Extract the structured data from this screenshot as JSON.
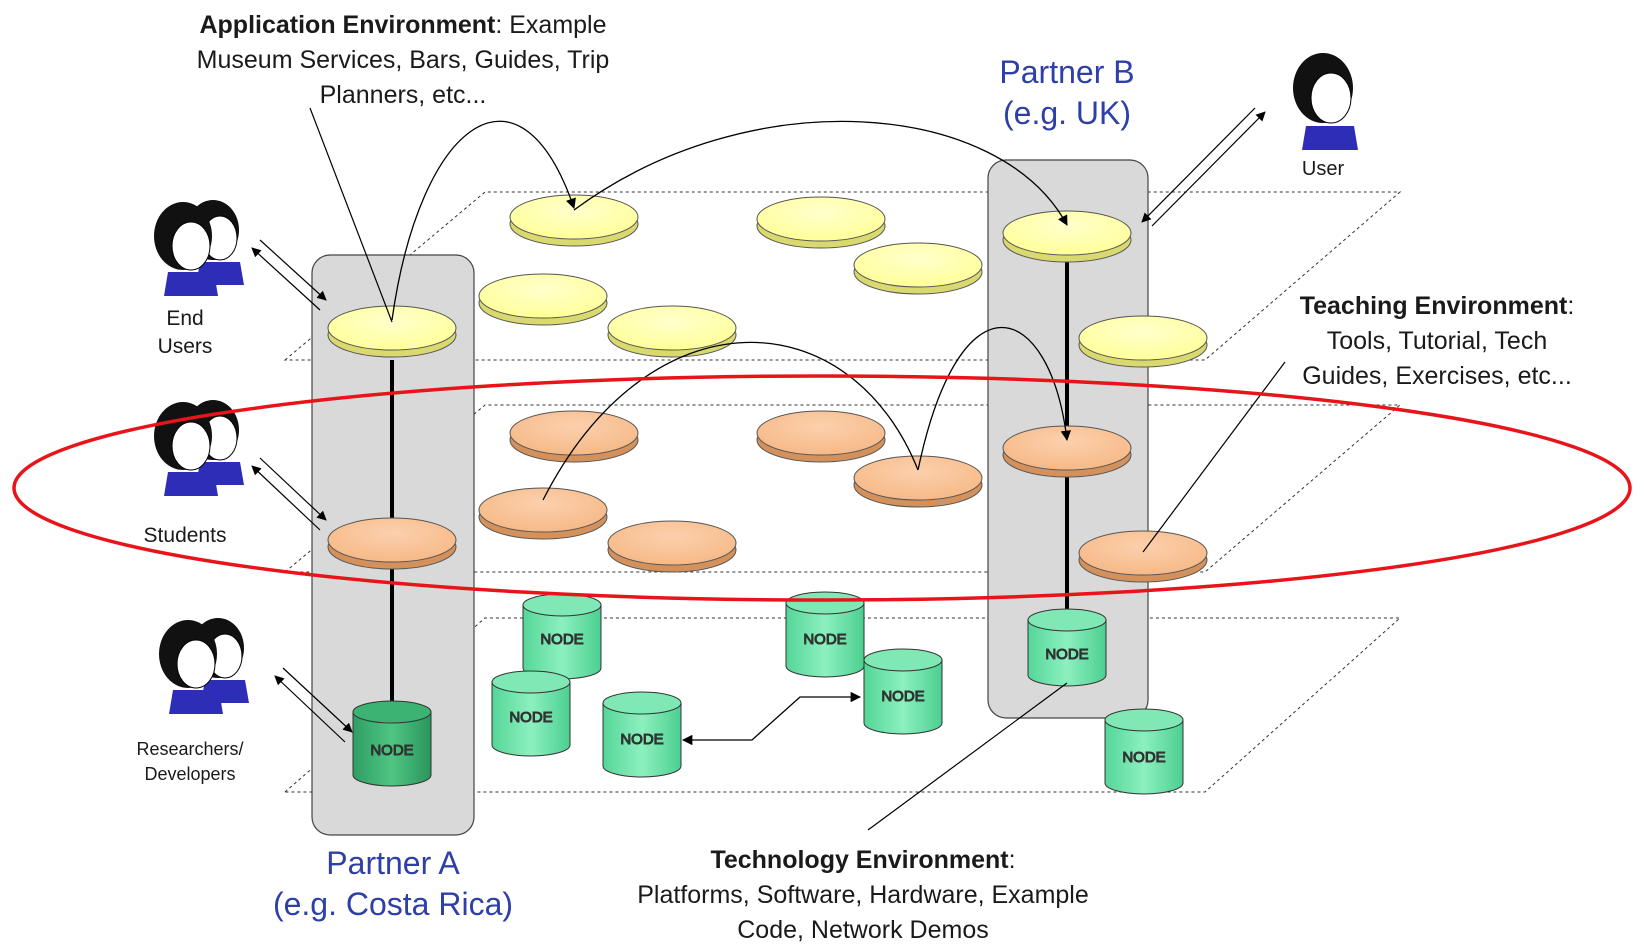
{
  "annotations": {
    "application_env": {
      "bold": "Application Environment",
      "rest": ": Example",
      "line2": "Museum Services, Bars, Guides, Trip",
      "line3": "Planners, etc..."
    },
    "teaching_env": {
      "bold": "Teaching Environment",
      "rest": ":",
      "line2": "Tools, Tutorial, Tech",
      "line3": "Guides, Exercises, etc..."
    },
    "technology_env": {
      "bold": "Technology Environment",
      "rest": ":",
      "line2": "Platforms, Software, Hardware, Example",
      "line3": "Code, Network Demos"
    }
  },
  "partners": {
    "a": {
      "line1": "Partner A",
      "line2": "(e.g. Costa Rica)"
    },
    "b": {
      "line1": "Partner B",
      "line2": "(e.g. UK)"
    }
  },
  "people": {
    "end_users": {
      "line1": "End",
      "line2": "Users"
    },
    "students": {
      "line1": "Students"
    },
    "researchers": {
      "line1": "Researchers/",
      "line2": "Developers"
    },
    "user": {
      "line1": "User"
    }
  },
  "node_label": "NODE",
  "colors": {
    "application_disc": "#ffff99",
    "teaching_disc": "#f6b987",
    "node": "#66e0a3",
    "partner_box": "#d9d9d9",
    "highlight_ellipse": "#e8141a",
    "partner_text": "#2e3fa8"
  }
}
